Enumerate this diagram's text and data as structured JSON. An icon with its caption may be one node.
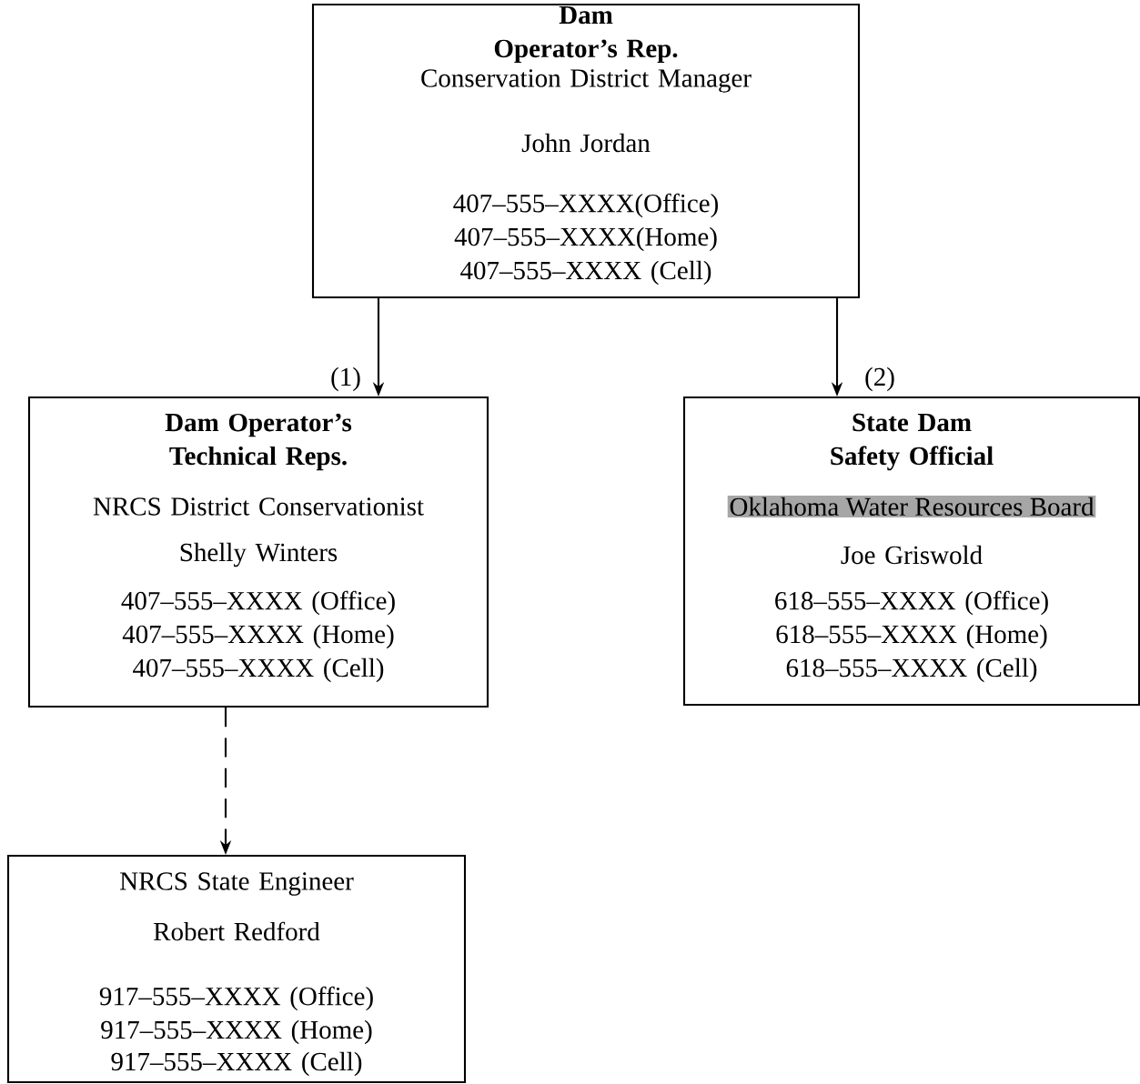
{
  "diagram": {
    "nodes": [
      {
        "text": [
          "Dam Operator’s Rep.",
          "Conservation District Manager",
          "John Jordan",
          "407–555–XXXX(Office)",
          "407–555–XXXX(Home)",
          "407–555–XXXX (Cell)"
        ]
      },
      {
        "text": [
          "Dam Operator’s Technical Reps.",
          "NRCS District Conservationist",
          "Shelly Winters",
          "407–555–XXXX (Office)",
          "407–555–XXXX (Home)",
          "407–555–XXXX (Cell)"
        ]
      },
      {
        "text": [
          "State Dam Safety Official",
          "Oklahoma Water Resources Board",
          "Joe Griswold",
          "618–555–XXXX (Office)",
          "618–555–XXXX (Home)",
          "618–555–XXXX (Cell)"
        ]
      },
      {
        "text": [
          "NRCS State Engineer",
          "Robert Redford",
          "917–555–XXXX (Office)",
          "917–555–XXXX (Home)",
          "917–555–XXXX (Cell)"
        ]
      }
    ],
    "edges": [
      {
        "from": 0,
        "to": 1,
        "arrow": "to",
        "label": "(1)"
      },
      {
        "from": 0,
        "to": 2,
        "arrow": "to",
        "label": "(2)"
      },
      {
        "from": 1,
        "to": 3,
        "arrow": "to",
        "style": "dashed"
      }
    ]
  }
}
